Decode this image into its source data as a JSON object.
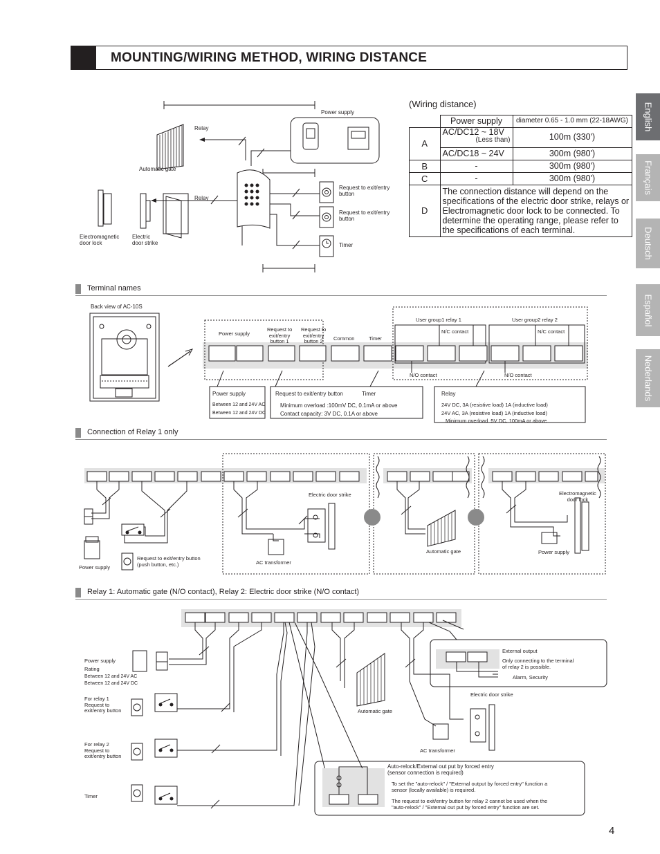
{
  "header": {
    "title": "MOUNTING/WIRING METHOD, WIRING DISTANCE"
  },
  "languages": [
    "English",
    "Français",
    "Deutsch",
    "Español",
    "Nederlands"
  ],
  "page_number": "4",
  "diagram1": {
    "power_supply": "Power supply",
    "relay1": "Relay",
    "relay2": "Relay",
    "automatic_gate": "Automatic gate",
    "em_lock": "Electromagnetic\ndoor lock",
    "door_strike": "Electric\ndoor strike",
    "rte1": "Request to exit/entry\nbutton",
    "rte2": "Request to exit/entry\nbutton",
    "timer": "Timer"
  },
  "wiring_table": {
    "title": "(Wiring distance)",
    "col_power": "Power supply",
    "col_diameter": "diameter 0.65 - 1.0 mm (22-18AWG)",
    "a_label": "A",
    "a_row1": "AC/DC12 ~ 18V",
    "a_less": "(Less than)",
    "a_row1_dist": "100m (330')",
    "a_row2": "AC/DC18 ~ 24V",
    "a_row2_dist": "300m (980')",
    "b_label": "B",
    "b_dash": "-",
    "b_dist": "300m (980')",
    "c_label": "C",
    "c_dash": "-",
    "c_dist": "300m (980')",
    "d_label": "D",
    "d_text": "The connection distance will depend on the specifications of the electric door strike, relays or Electromagnetic door lock to be connected. To determine the operating range, please refer to the specifications of each terminal."
  },
  "terminal_names": {
    "section": "Terminal names",
    "back_view": "Back view of AC-10S",
    "power_supply": "Power supply",
    "rte1": "Request to\nexit/entry\nbutton 1",
    "rte2": "Request to\nexit/entry\nbutton 2",
    "common": "Common",
    "timer": "Timer",
    "ug1": "User group1 relay 1",
    "ug2": "User group2 relay 2",
    "nc1": "N/C contact",
    "nc2": "N/C contact",
    "no1": "N/O contact",
    "no2": "N/O contact",
    "ps_box_title": "Power supply",
    "ps_box_l1": "Between 12 and 24V AC",
    "ps_box_l2": "Between 12 and 24V DC",
    "rte_box_title": "Request to exit/entry button",
    "rte_box_timer": "Timer",
    "rte_box_l1": "Minimum overload :100mV DC, 0.1mA or above",
    "rte_box_l2": "Contact capacity: 3V DC, 0.1A or above",
    "relay_box_title": "Relay",
    "relay_box_l1": "24V DC, 3A (resistive load) 1A (inductive load)",
    "relay_box_l2": "24V AC, 3A (resistive load) 1A (inductive load)",
    "relay_box_l3": "Minimum overload :5V DC, 100mA or above"
  },
  "relay1_only": {
    "section": "Connection of Relay 1 only",
    "door_strike": "Electric door strike",
    "ac_transformer": "AC transformer",
    "power_supply": "Power supply",
    "rte": "Request to exit/entry button\n(push button, etc.)",
    "automatic_gate": "Automatic gate",
    "em_lock": "Electromagnetic\ndoor lock",
    "power_supply2": "Power supply"
  },
  "relay_gate_strike": {
    "section": "Relay 1: Automatic gate (N/O contact), Relay 2: Electric door strike (N/O contact)",
    "power_supply": "Power supply",
    "rating": "Rating",
    "rating_l1": "Between 12 and 24V AC",
    "rating_l2": "Between 12 and 24V DC",
    "relay1_rte": "For relay 1\nRequest to\nexit/entry button",
    "relay2_rte": "For relay 2\nRequest to\nexit/entry button",
    "timer": "Timer",
    "automatic_gate": "Automatic gate",
    "door_strike": "Electric door strike",
    "ac_transformer": "AC transformer",
    "ext_output": "External output",
    "ext_l1": "Only connecting to the terminal\nof relay 2 is possible.",
    "ext_l2": "Alarm, Security",
    "relock_title": "Auto-relock/External out put by forced entry\n(sensor connection is required)",
    "relock_l1": "To set the \"auto-relock\" / \"External output by forced entry\" function a\nsensor (locally available) is required.",
    "relock_l2": "The request to exit/entry button for relay 2 cannot be used when the\n\"auto-relock\" / \"External out put by forced entry\" function are set."
  }
}
